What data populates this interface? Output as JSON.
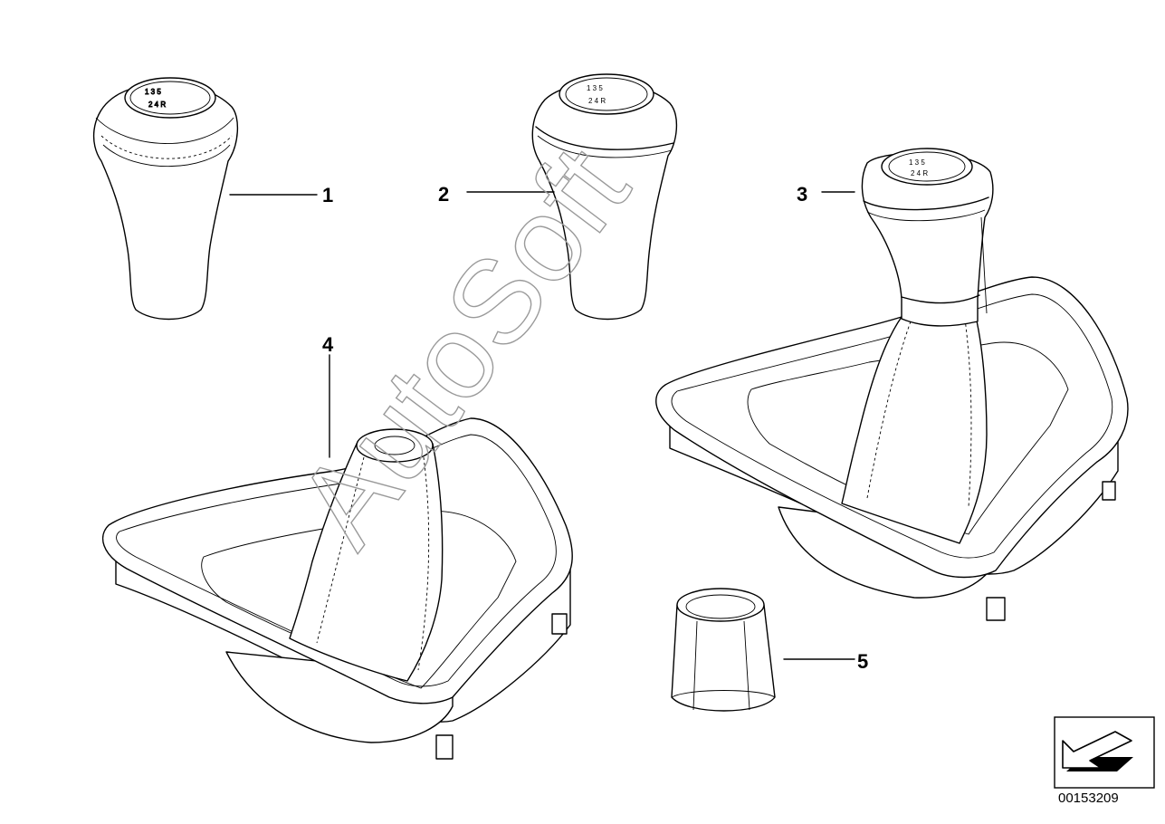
{
  "diagram": {
    "callouts": [
      {
        "id": "1",
        "label": "1"
      },
      {
        "id": "2",
        "label": "2"
      },
      {
        "id": "3",
        "label": "3"
      },
      {
        "id": "4",
        "label": "4"
      },
      {
        "id": "5",
        "label": "5"
      }
    ],
    "watermark": "AutoSoft",
    "reference_number": "00153209",
    "colors": {
      "line": "#000000",
      "background": "#ffffff",
      "watermark": "#9a9a9a"
    },
    "icons": [
      "orientation-arrow-icon"
    ]
  }
}
